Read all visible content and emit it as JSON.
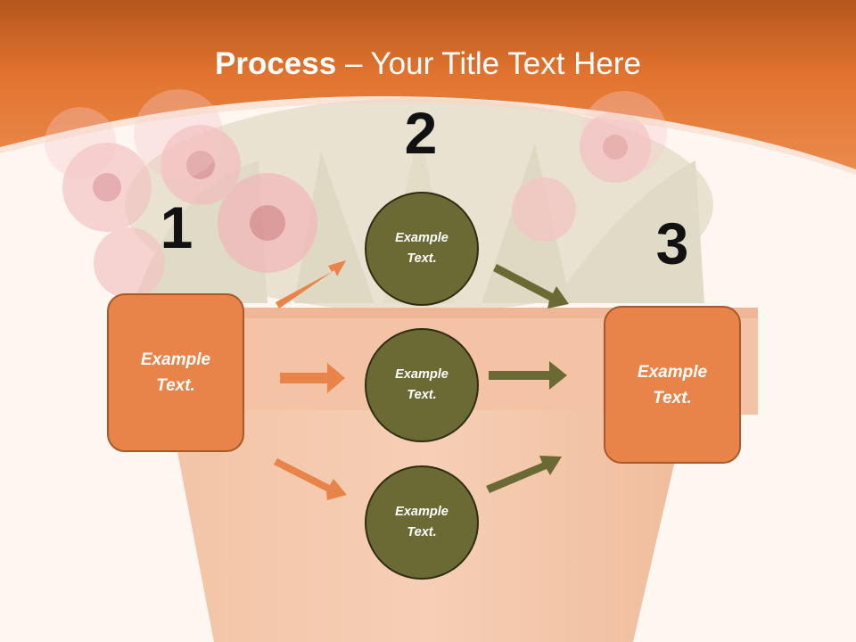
{
  "slide": {
    "title_bold": "Process",
    "title_rest": " – Your Title Text Here",
    "steps": [
      {
        "number": "1",
        "text": "Example Text."
      },
      {
        "number": "2",
        "text": "Example Text."
      },
      {
        "number": "3",
        "text": "Example Text."
      }
    ],
    "circles": [
      {
        "text": "Example Text."
      },
      {
        "text": "Example Text."
      },
      {
        "text": "Example Text."
      }
    ]
  },
  "colors": {
    "header": "#e07430",
    "orange_box": "#e8834a",
    "olive_circle": "#6b6a34",
    "orange_arrow": "#e8834a",
    "olive_arrow": "#6b6a34",
    "title_text": "#ffffff"
  }
}
